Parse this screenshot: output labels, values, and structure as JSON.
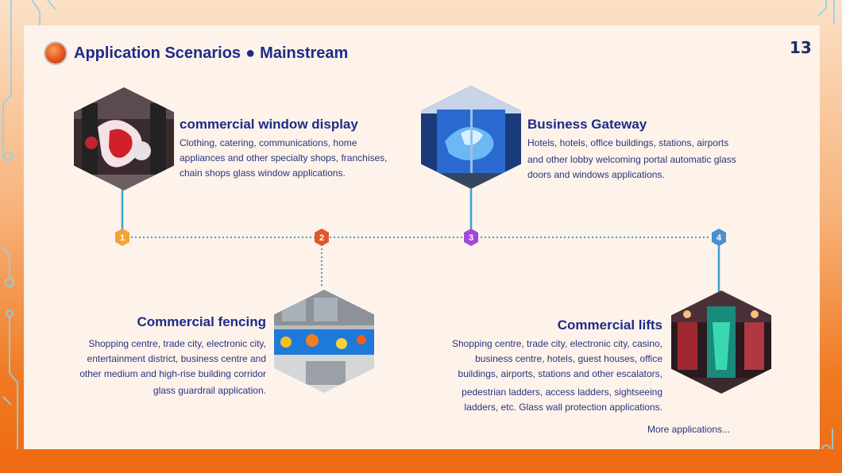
{
  "page": {
    "number": "13",
    "title": "Application Scenarios",
    "separator": "●",
    "subtitle": "Mainstream"
  },
  "colors": {
    "title": "#1f2a8a",
    "accent_orange": "#f07a22",
    "line_blue": "#3aa0d8",
    "marker1": "#f5a331",
    "marker2": "#e0572a",
    "marker3": "#a14ad8",
    "marker4": "#4a8fd0"
  },
  "timeline": {
    "markers": [
      "1",
      "2",
      "3",
      "4"
    ]
  },
  "scenarios": [
    {
      "heading": "commercial window display",
      "lines": [
        "Clothing, catering, communications, home",
        "appliances and other specialty shops, franchises,",
        "chain shops glass window applications."
      ]
    },
    {
      "heading": "Commercial fencing",
      "lines": [
        "Shopping centre, trade city, electronic city,",
        "entertainment district, business centre and",
        "other medium and high-rise building corridor",
        "glass guardrail application."
      ]
    },
    {
      "heading": "Business Gateway",
      "lines": [
        "Hotels, hotels, office buildings, stations, airports",
        "and other lobby welcoming portal automatic glass",
        "doors and windows applications."
      ]
    },
    {
      "heading": "Commercial lifts",
      "lines": [
        "Shopping centre, trade city, electronic city, casino,",
        "business centre, hotels, guest houses, office",
        "buildings, airports, stations and other escalators,",
        "pedestrian ladders, access ladders, sightseeing",
        "ladders, etc. Glass wall protection applications."
      ]
    }
  ],
  "more": "More applications..."
}
